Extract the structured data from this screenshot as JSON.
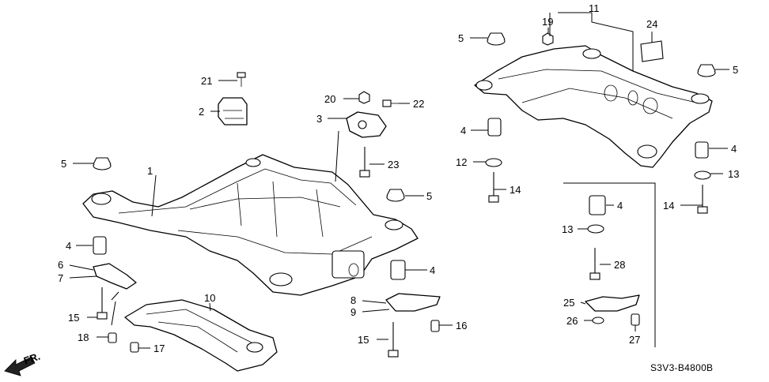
{
  "callouts": {
    "c1": "1",
    "c2": "2",
    "c3": "3",
    "c4a": "4",
    "c4b": "4",
    "c4c": "4",
    "c4d": "4",
    "c4e": "4",
    "c5a": "5",
    "c5b": "5",
    "c5c": "5",
    "c5d": "5",
    "c6": "6",
    "c7": "7",
    "c8": "8",
    "c9": "9",
    "c10": "10",
    "c11": "11",
    "c12": "12",
    "c13a": "13",
    "c13b": "13",
    "c14a": "14",
    "c14b": "14",
    "c15a": "15",
    "c15b": "15",
    "c16": "16",
    "c17": "17",
    "c18": "18",
    "c19": "19",
    "c20": "20",
    "c21": "21",
    "c22": "22",
    "c23": "23",
    "c24": "24",
    "c25": "25",
    "c26": "26",
    "c27": "27",
    "c28": "28"
  },
  "direction_label": "FR.",
  "diagram_code": "S3V3-B4800B"
}
